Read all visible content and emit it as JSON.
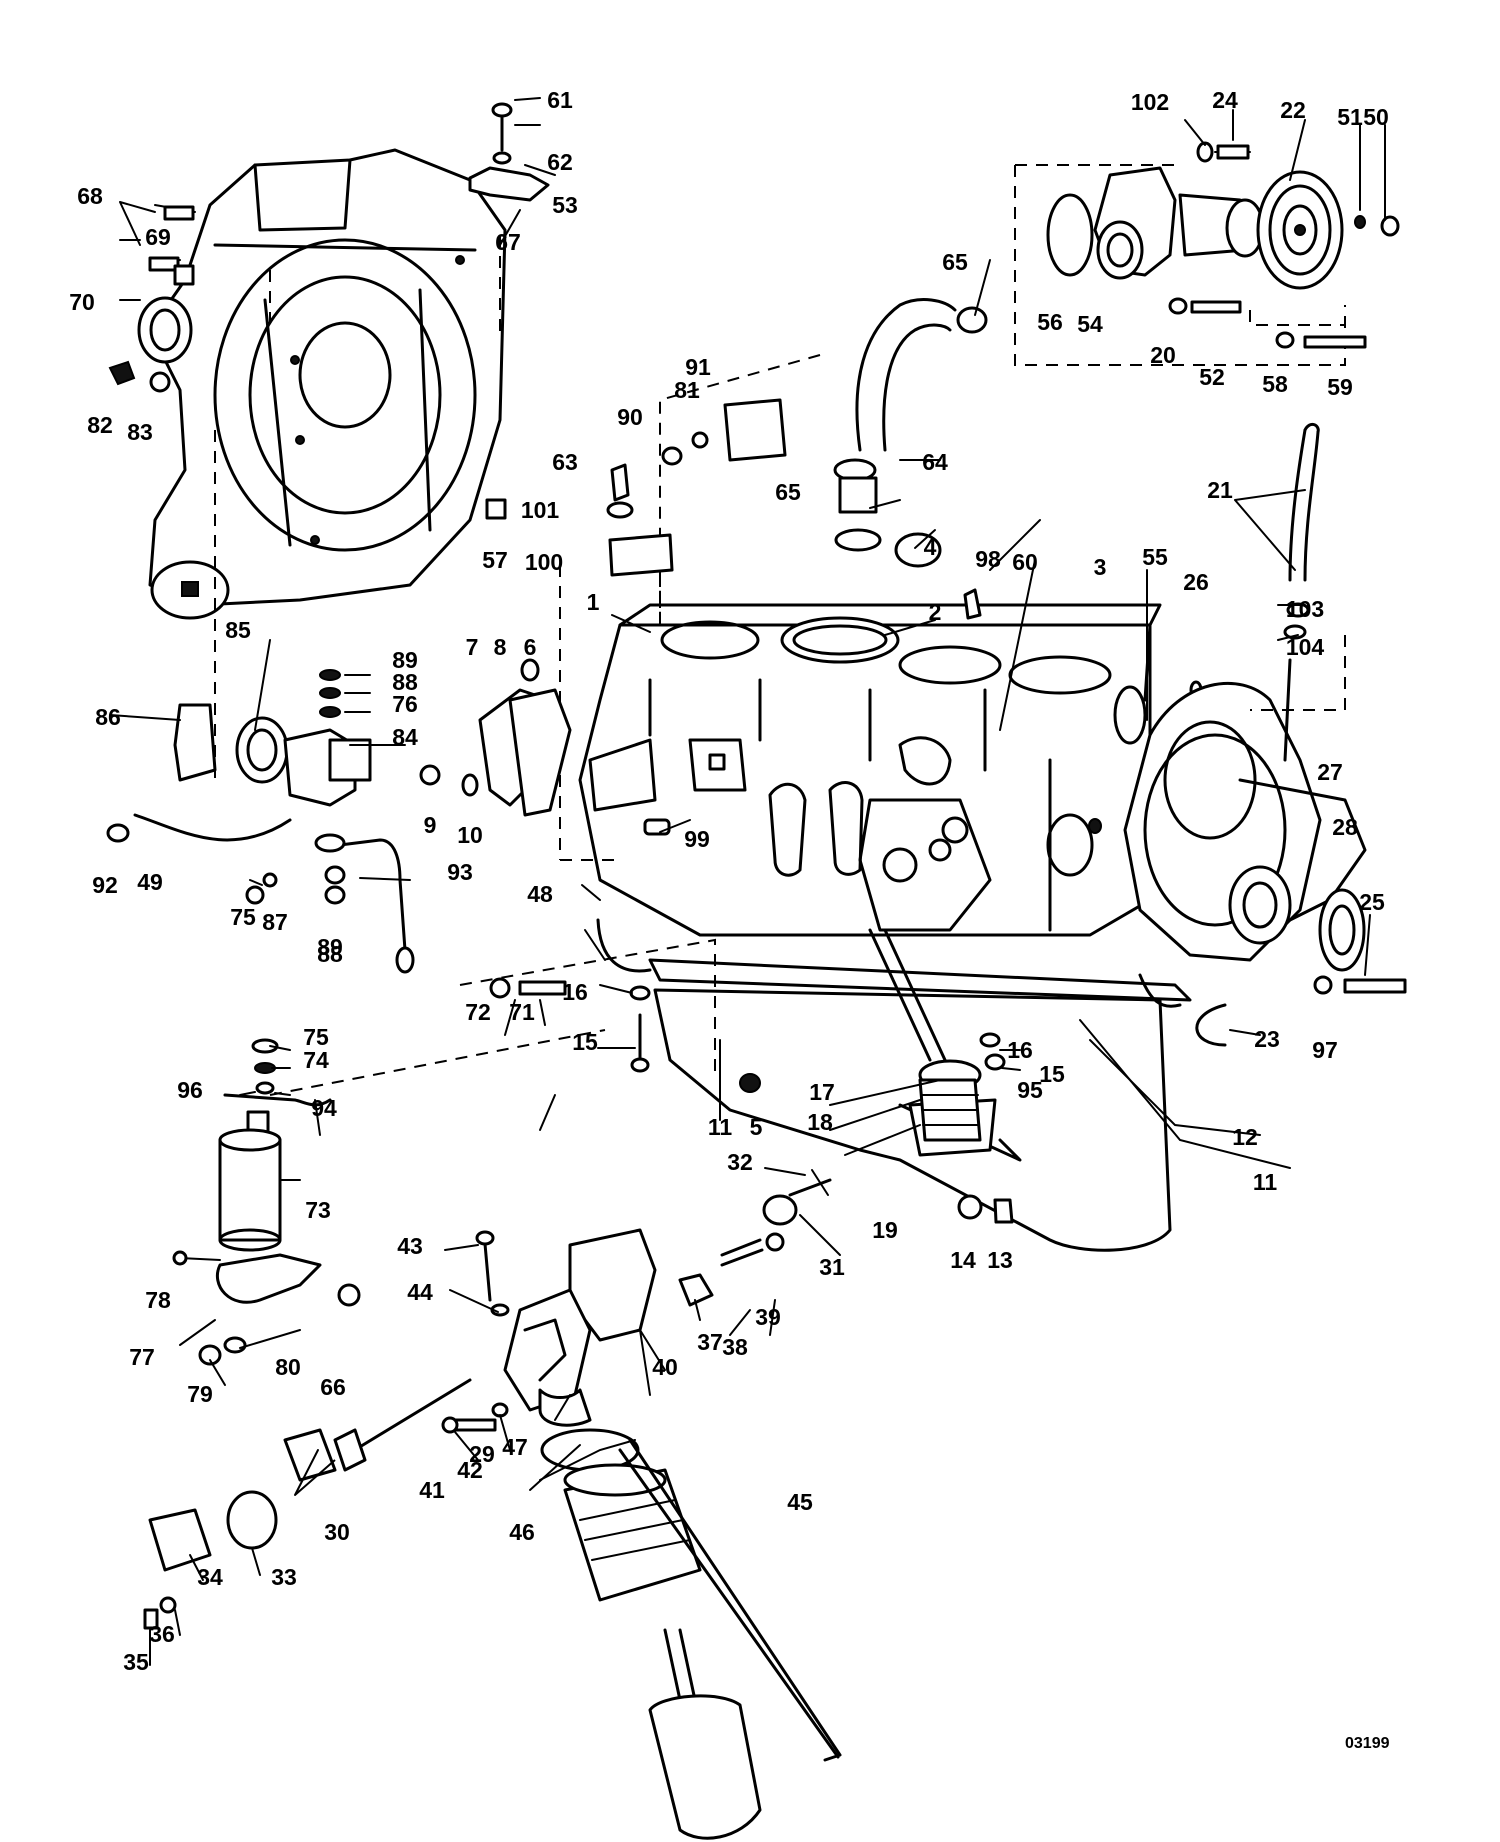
{
  "diagram": {
    "drawing_code": "03199",
    "part_labels": [
      "1",
      "2",
      "3",
      "4",
      "5",
      "6",
      "7",
      "8",
      "9",
      "10",
      "11",
      "11",
      "12",
      "13",
      "14",
      "15",
      "15",
      "16",
      "16",
      "17",
      "18",
      "19",
      "20",
      "21",
      "22",
      "23",
      "24",
      "25",
      "26",
      "27",
      "28",
      "29",
      "30",
      "31",
      "32",
      "33",
      "34",
      "35",
      "36",
      "37",
      "38",
      "39",
      "40",
      "41",
      "42",
      "43",
      "44",
      "45",
      "46",
      "47",
      "48",
      "49",
      "50",
      "51",
      "52",
      "53",
      "54",
      "55",
      "56",
      "57",
      "58",
      "59",
      "60",
      "61",
      "62",
      "63",
      "64",
      "65",
      "65",
      "66",
      "67",
      "68",
      "69",
      "70",
      "71",
      "72",
      "73",
      "74",
      "75",
      "75",
      "76",
      "77",
      "78",
      "79",
      "80",
      "81",
      "82",
      "83",
      "84",
      "85",
      "86",
      "87",
      "88",
      "88",
      "89",
      "89",
      "90",
      "91",
      "92",
      "93",
      "94",
      "95",
      "96",
      "97",
      "98",
      "99",
      "100",
      "101",
      "102",
      "103",
      "104"
    ]
  }
}
